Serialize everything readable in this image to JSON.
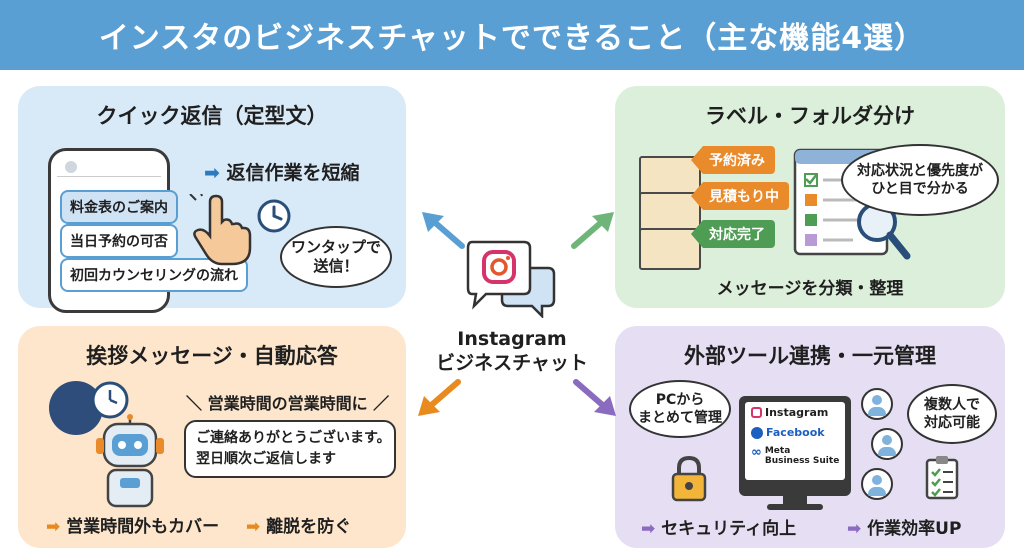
{
  "title": "インスタのビジネスチャットでできること（主な機能4選）",
  "center": {
    "line1": "Instagram",
    "line2": "ビジネスチャット"
  },
  "quick_reply": {
    "heading": "クイック返信（定型文）",
    "benefit": "返信作業を短縮",
    "templates": [
      "料金表のご案内",
      "当日予約の可否",
      "初回カウンセリングの流れ"
    ],
    "bubble_line1": "ワンタップで",
    "bubble_line2": "送信！"
  },
  "labels": {
    "heading": "ラベル・フォルダ分け",
    "tags": [
      "予約済み",
      "見積もり中",
      "対応完了"
    ],
    "bubble_line1": "対応状況と優先度が",
    "bubble_line2": "ひと目で分かる",
    "footer": "メッセージを分類・整理"
  },
  "auto_reply": {
    "heading": "挨拶メッセージ・自動応答",
    "schedule": "営業時間の営業時間に",
    "reply_line1": "ご連絡ありがとうございます。",
    "reply_line2": "翌日順次ご返信します",
    "benefit1": "営業時間外もカバー",
    "benefit2": "離脱を防ぐ"
  },
  "integration": {
    "heading": "外部ツール連携・一元管理",
    "bubble_left_line1": "PCから",
    "bubble_left_line2": "まとめて管理",
    "bubble_right_line1": "複数人で",
    "bubble_right_line2": "対応可能",
    "apps": [
      "Instagram",
      "Facebook",
      "Meta",
      "Business Suite"
    ],
    "benefit1": "セキュリティ向上",
    "benefit2": "作業効率UP"
  },
  "colors": {
    "title_bar": "#5a9fd4",
    "blue_panel": "#d8e9f7",
    "green_panel": "#dcefdb",
    "orange_panel": "#fde6cc",
    "purple_panel": "#e6def2"
  }
}
